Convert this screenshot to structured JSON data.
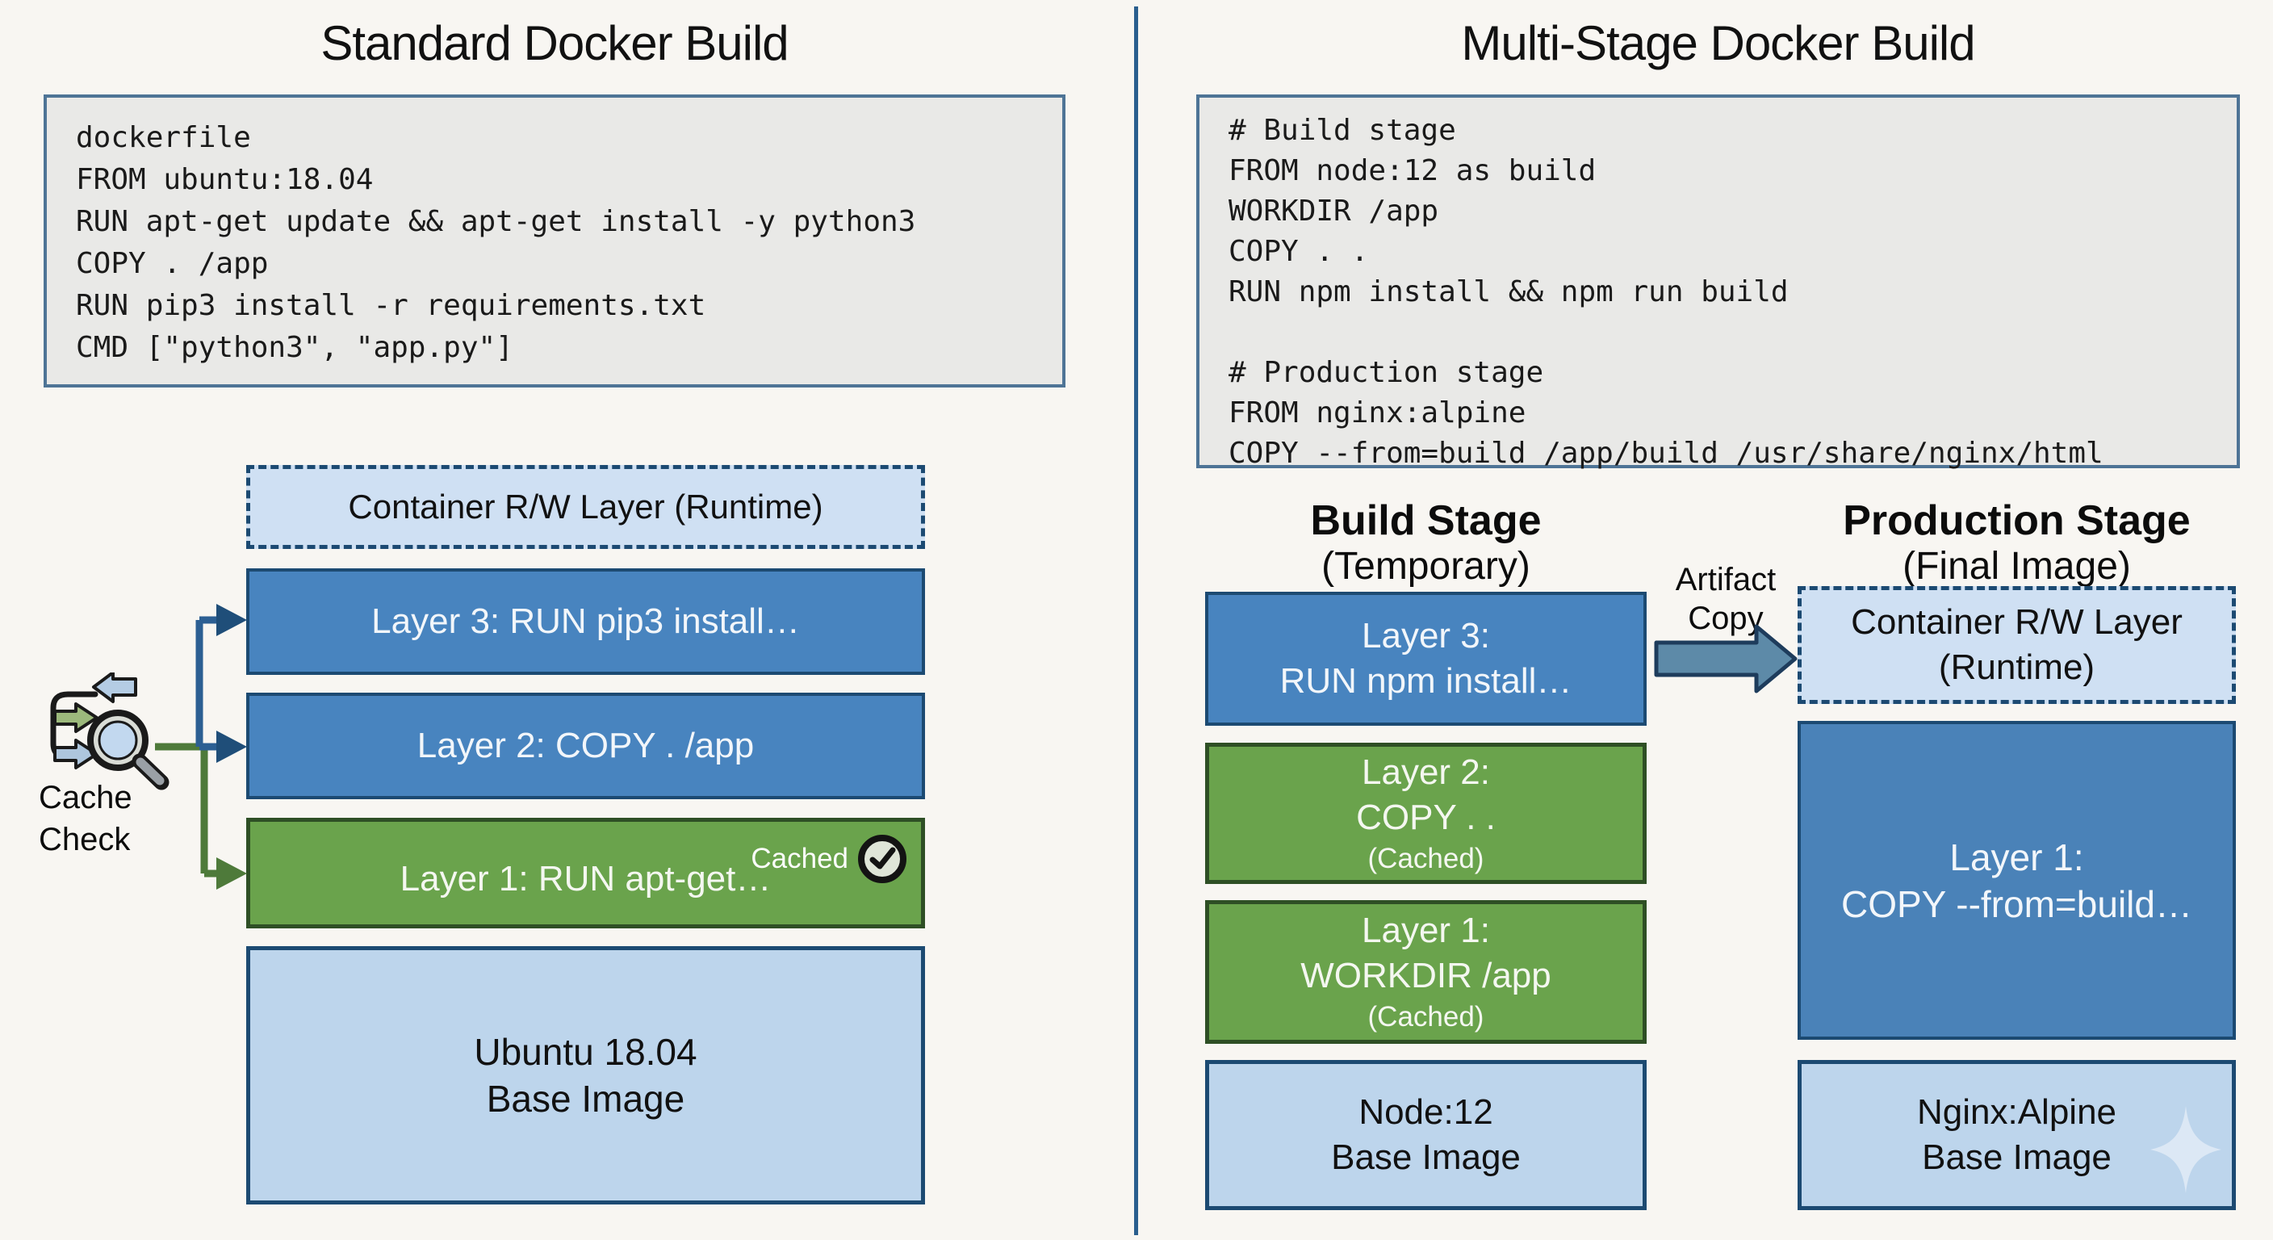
{
  "left": {
    "title": "Standard Docker Build",
    "dockerfile": {
      "lines": [
        "dockerfile",
        "FROM ubuntu:18.04",
        "RUN apt-get update && apt-get install -y python3",
        "COPY . /app",
        "RUN pip3 install -r requirements.txt",
        "CMD [\"python3\", \"app.py\"]"
      ]
    },
    "stack": {
      "runtime_layer_label": "Container R/W Layer (Runtime)",
      "layer3_label": "Layer 3: RUN pip3 install…",
      "layer2_label": "Layer 2: COPY . /app",
      "layer1_label": "Layer 1: RUN apt-get…",
      "cached_badge_label": "Cached",
      "base_line1": "Ubuntu 18.04",
      "base_line2": "Base Image"
    },
    "cache_check": {
      "line1": "Cache",
      "line2": "Check"
    }
  },
  "right": {
    "title": "Multi-Stage Docker Build",
    "dockerfile": {
      "lines": [
        "# Build stage",
        "FROM node:12 as build",
        "WORKDIR /app",
        "COPY . .",
        "RUN npm install && npm run build",
        "",
        "# Production stage",
        "FROM nginx:alpine",
        "COPY --from=build /app/build /usr/share/nginx/html"
      ]
    },
    "build_stage": {
      "heading": "Build Stage",
      "subheading": "(Temporary)",
      "layer3_line1": "Layer 3:",
      "layer3_line2": "RUN npm install…",
      "layer2_line1": "Layer 2:",
      "layer2_line2": "COPY . .",
      "layer2_note": "(Cached)",
      "layer1_line1": "Layer 1:",
      "layer1_line2": "WORKDIR /app",
      "layer1_note": "(Cached)",
      "base_line1": "Node:12",
      "base_line2": "Base Image"
    },
    "artifact_copy": {
      "line1": "Artifact",
      "line2": "Copy"
    },
    "production_stage": {
      "heading": "Production Stage",
      "subheading": "(Final Image)",
      "runtime_line1": "Container R/W Layer",
      "runtime_line2": "(Runtime)",
      "layer1_line1": "Layer 1:",
      "layer1_line2": "COPY --from=build…",
      "base_line1": "Nginx:Alpine",
      "base_line2": "Base Image"
    }
  },
  "colors": {
    "layer_blue": "#4884bf",
    "layer_blue_deep": "#4a82b8",
    "layer_green": "#6aa34c",
    "base_light_blue": "#bdd5ec",
    "runtime_light_blue": "#cfe0f3",
    "border_navy": "#1c4a72",
    "border_green": "#2e4f25",
    "border_steel": "#4e7496",
    "arrow_steel": "#5d8aa8",
    "connector_blue": "#2c5f93",
    "connector_green": "#4e7a3a",
    "code_bg": "#e9e9e7",
    "page_bg": "#f8f6f2",
    "divider": "#2a5f8e",
    "ink": "#141414"
  }
}
